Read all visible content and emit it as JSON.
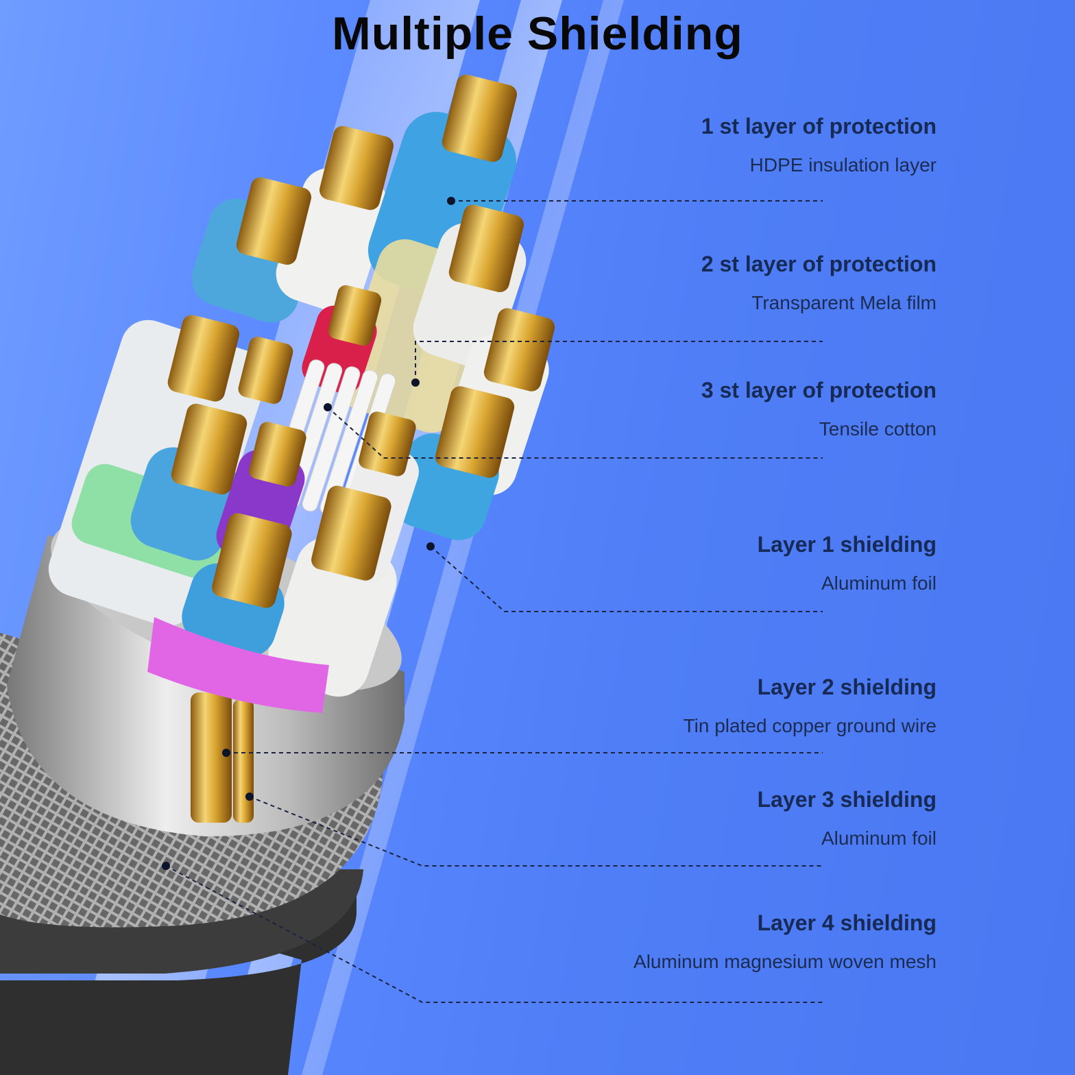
{
  "title": "Multiple Shielding",
  "layers": [
    {
      "heading": "1 st layer of protection",
      "sub": "HDPE insulation layer"
    },
    {
      "heading": "2 st layer of protection",
      "sub": "Transparent Mela film"
    },
    {
      "heading": "3 st layer of protection",
      "sub": "Tensile cotton"
    },
    {
      "heading": "Layer 1 shielding",
      "sub": "Aluminum foil"
    },
    {
      "heading": "Layer 2 shielding",
      "sub": "Tin plated copper ground wire"
    },
    {
      "heading": "Layer 3 shielding",
      "sub": "Aluminum foil"
    },
    {
      "heading": "Layer 4 shielding",
      "sub": "Aluminum magnesium woven mesh"
    }
  ],
  "colors": {
    "background": "#5a88ff",
    "copper": "#d7a52c",
    "mesh": "#9a9a9a",
    "jacket": "#3a3a3a",
    "leader": "#1b2340"
  }
}
